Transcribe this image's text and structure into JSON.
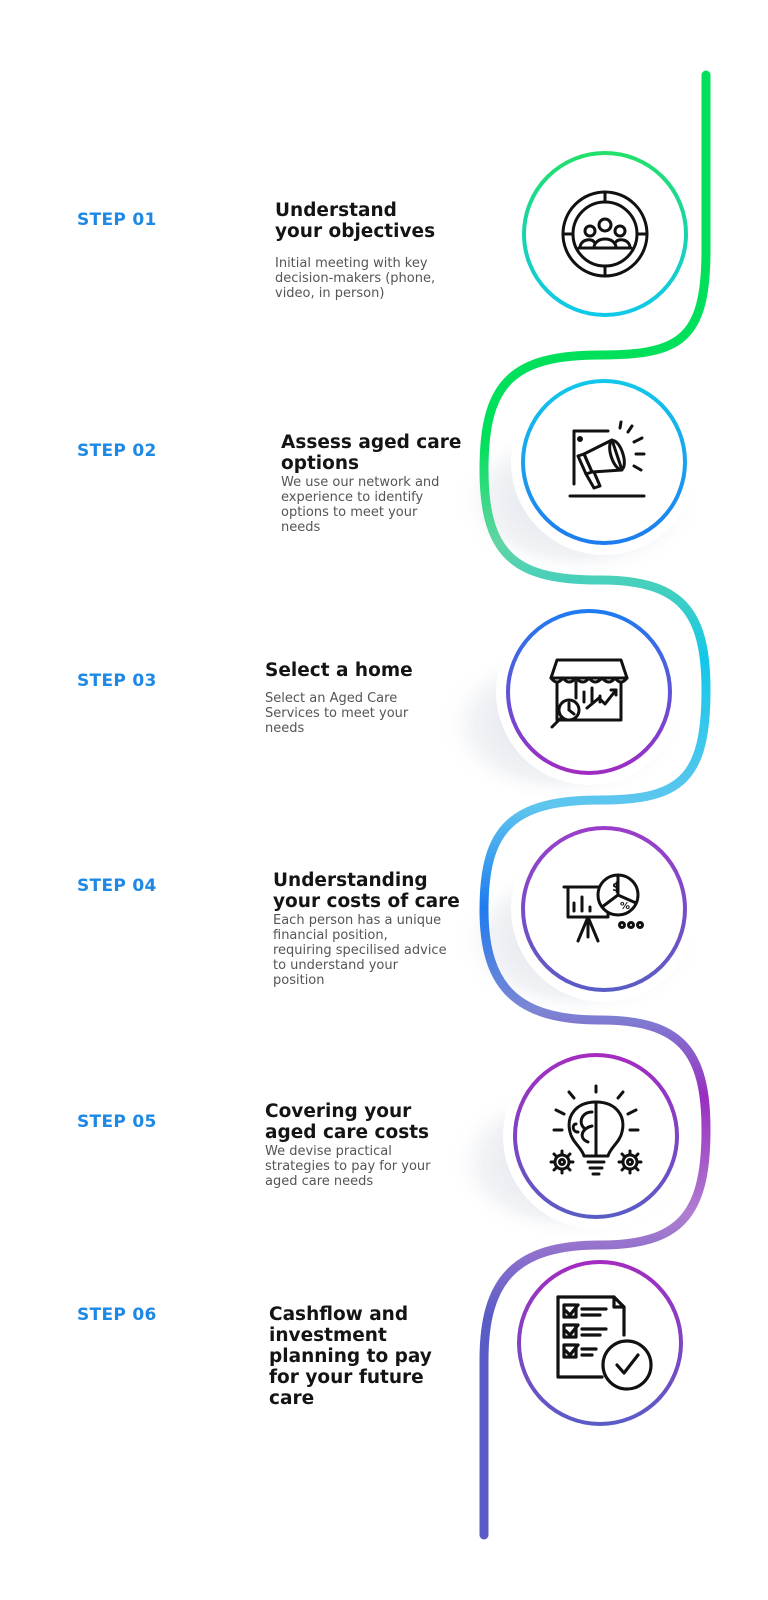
{
  "colors": {
    "step_label": "#1e88e5",
    "title": "#141414",
    "description": "#555555",
    "green": "#00e05a",
    "cyan": "#12c8ea",
    "blue": "#1e7cf0",
    "purple": "#9a2ec0",
    "indigo": "#5a5cc6"
  },
  "steps": [
    {
      "label": "STEP 01",
      "title": "Understand\nyour objectives",
      "description": "Initial meeting with key\ndecision-makers (phone,\nvideo, in person)",
      "icon": "target-people-icon"
    },
    {
      "label": "STEP 02",
      "title": "Assess aged care\noptions",
      "description": "We use our network and\nexperience to identify\noptions to meet your\nneeds",
      "icon": "megaphone-board-icon"
    },
    {
      "label": "STEP 03",
      "title": "Select a home",
      "description": "Select an Aged Care\nServices to meet your\nneeds",
      "icon": "storefront-analytics-icon"
    },
    {
      "label": "STEP 04",
      "title": "Understanding\nyour costs of care",
      "description": "Each person has a unique\nfinancial position,\nrequiring specilised advice\nto understand your\nposition",
      "icon": "presentation-chart-icon"
    },
    {
      "label": "STEP 05",
      "title": "Covering your\naged care costs",
      "description": "We devise practical\nstrategies to pay for your\naged care needs",
      "icon": "brain-bulb-gears-icon"
    },
    {
      "label": "STEP 06",
      "title": "Cashflow and\ninvestment\nplanning to pay\nfor your future\ncare",
      "description": "",
      "icon": "checklist-approved-icon"
    }
  ]
}
